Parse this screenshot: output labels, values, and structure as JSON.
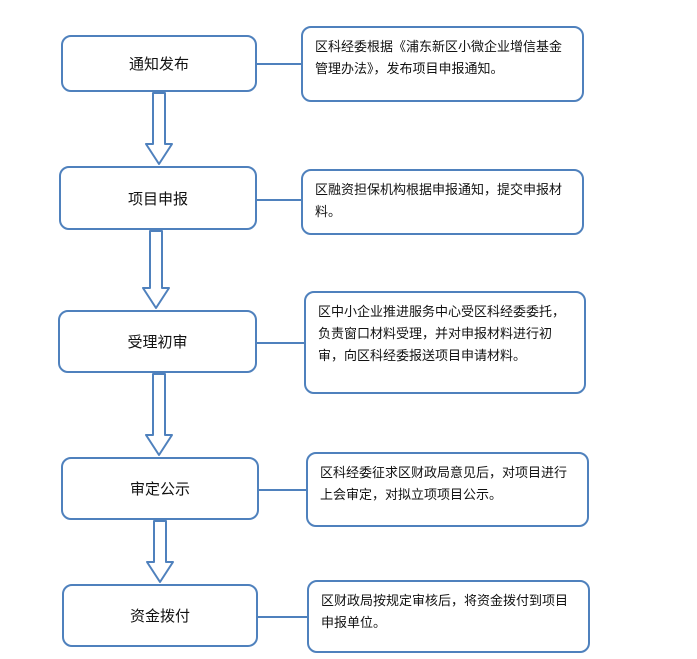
{
  "steps": [
    {
      "label": "通知发布",
      "note": "区科经委根据《浦东新区小微企业增信基金管理办法》，发布项目申报通知。"
    },
    {
      "label": "项目申报",
      "note": "区融资担保机构根据申报通知，提交申报材料。"
    },
    {
      "label": "受理初审",
      "note": "区中小企业推进服务中心受区科经委委托，负责窗口材料受理，并对申报材料进行初审，向区科经委报送项目申请材料。"
    },
    {
      "label": "审定公示",
      "note": "区科经委征求区财政局意见后，对项目进行上会审定，对拟立项项目公示。"
    },
    {
      "label": "资金拨付",
      "note": "区财政局按规定审核后，将资金拨付到项目申报单位。"
    }
  ],
  "colors": {
    "border": "#4f81bd"
  }
}
